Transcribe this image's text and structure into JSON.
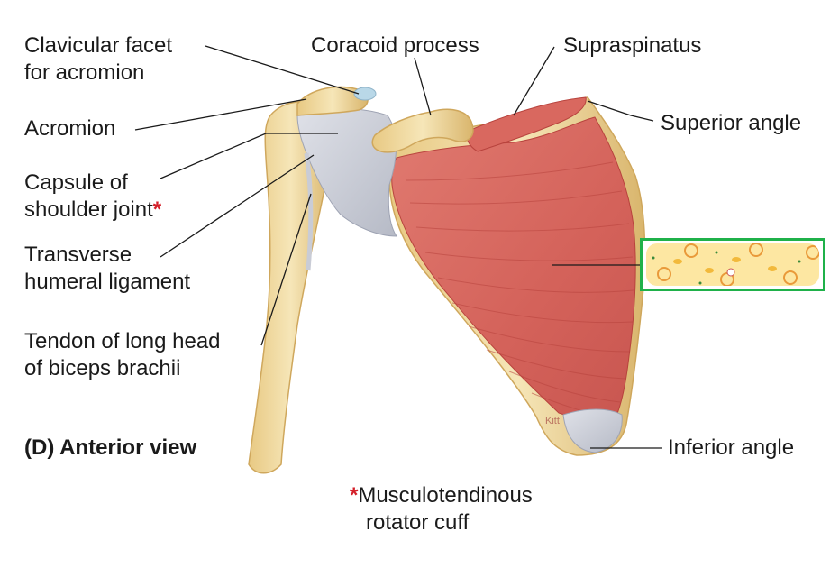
{
  "diagram": {
    "view_title": "(D) Anterior view",
    "labels": {
      "clavicular_facet_line1": "Clavicular facet",
      "clavicular_facet_line2": "for acromion",
      "coracoid_process": "Coracoid process",
      "supraspinatus": "Supraspinatus",
      "acromion": "Acromion",
      "superior_angle": "Superior angle",
      "capsule_line1": "Capsule of",
      "capsule_line2": "shoulder joint",
      "transverse_line1": "Transverse",
      "transverse_line2": "humeral ligament",
      "tendon_line1": "Tendon of long head",
      "tendon_line2": "of biceps brachii",
      "inferior_angle": "Inferior angle",
      "rotator_line1": "Musculotendinous",
      "rotator_line2": "rotator cuff",
      "asterisk": "*"
    },
    "signature": "Kitt",
    "colors": {
      "muscle": "#d9685f",
      "muscle_dark": "#b8433d",
      "bone": "#f0d9a0",
      "bone_shade": "#d8b66a",
      "ligament": "#c9ccd6",
      "asterisk": "#d4202a",
      "mask_border": "#1fb14a",
      "mask_fill": "#fde7a2"
    }
  }
}
